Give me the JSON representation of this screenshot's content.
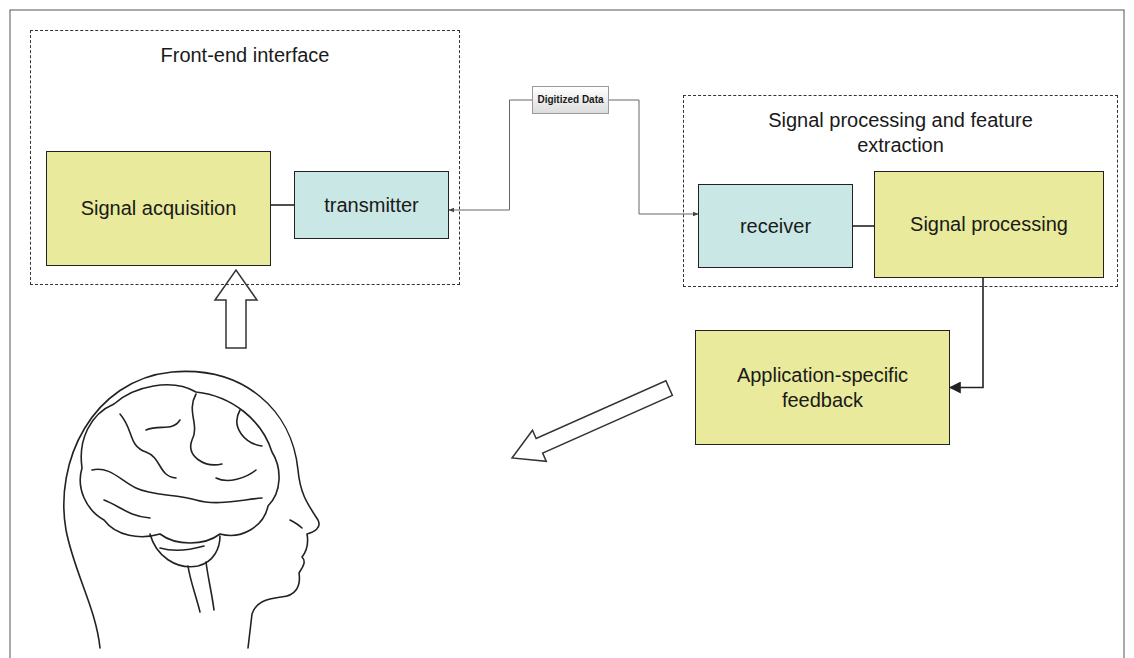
{
  "diagram": {
    "nodes": [
      {
        "text": [
          "Front-end interface"
        ]
      },
      {
        "text": [
          "Signal acquisition"
        ],
        "in": 0
      },
      {
        "text": [
          "transmitter"
        ],
        "in": 0
      },
      {
        "text": [
          "Digitized Data"
        ]
      },
      {
        "text": [
          "Signal processing and feature extraction"
        ]
      },
      {
        "text": [
          "receiver"
        ],
        "in": 4
      },
      {
        "text": [
          "Signal processing"
        ],
        "in": 4
      },
      {
        "text": [
          "Application-specific feedback"
        ]
      }
    ],
    "edges": [
      {
        "from": 1,
        "to": 2,
        "arrow": "none"
      },
      {
        "from": 3,
        "to": 2,
        "arrow": "to"
      },
      {
        "from": 3,
        "to": 5,
        "arrow": "to"
      },
      {
        "from": 5,
        "to": 6,
        "arrow": "none"
      },
      {
        "from": 6,
        "to": 7,
        "arrow": "to"
      }
    ]
  }
}
